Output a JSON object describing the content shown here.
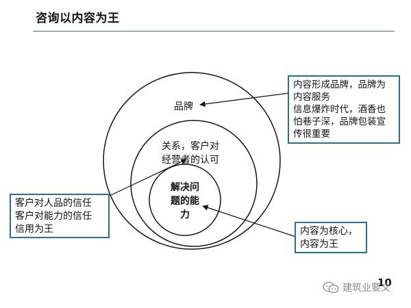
{
  "slide": {
    "title": "咨询以内容为王",
    "page_number": "10"
  },
  "diagram": {
    "outer_label": "品牌",
    "middle_label_1": "关系，客户对",
    "middle_label_2": "经营者的认可",
    "inner_label_1": "解决问",
    "inner_label_2": "题的能",
    "inner_label_3": "力"
  },
  "callouts": {
    "top_right": {
      "line1": "内容形成品牌，品牌为",
      "line2": "内容服务",
      "line3": "信息爆炸时代，酒香也",
      "line4": "怕巷子深，品牌包装宣",
      "line5": "传很重要"
    },
    "left": {
      "line1": "客户对人品的信任",
      "line2": "客户对能力的信任",
      "line3": "信用为王"
    },
    "bottom_right": {
      "line1": "内容为核心，",
      "line2": "内容为王"
    }
  },
  "watermark": {
    "text": "建筑业要文",
    "icon": "wechat-icon"
  },
  "colors": {
    "box_border": "#2d6f88",
    "rule": "#4a6a78",
    "circle_stroke": "#111111",
    "watermark": "#8d8d8d"
  }
}
